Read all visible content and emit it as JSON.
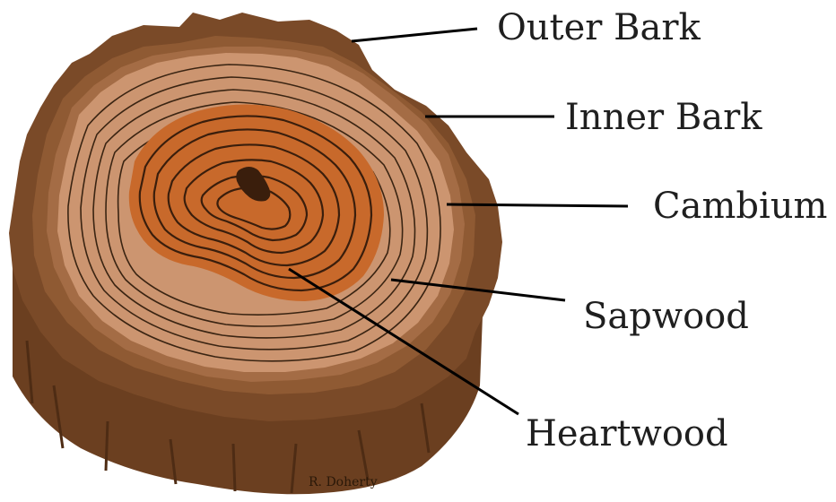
{
  "labels": {
    "outer_bark": "Outer Bark",
    "inner_bark": "Inner Bark",
    "cambium": "Cambium",
    "sapwood": "Sapwood",
    "heartwood": "Heartwood"
  },
  "credit": "R. Doherty",
  "colors": {
    "outer_bark": "#7a4a28",
    "inner_bark": "#8f5a33",
    "cambium": "#a46c45",
    "sapwood": "#cc9570",
    "heartwood": "#c8692b",
    "stump_side": "#6b3f20",
    "ring_line": "#3a2412",
    "pith": "#3a1e0c"
  }
}
